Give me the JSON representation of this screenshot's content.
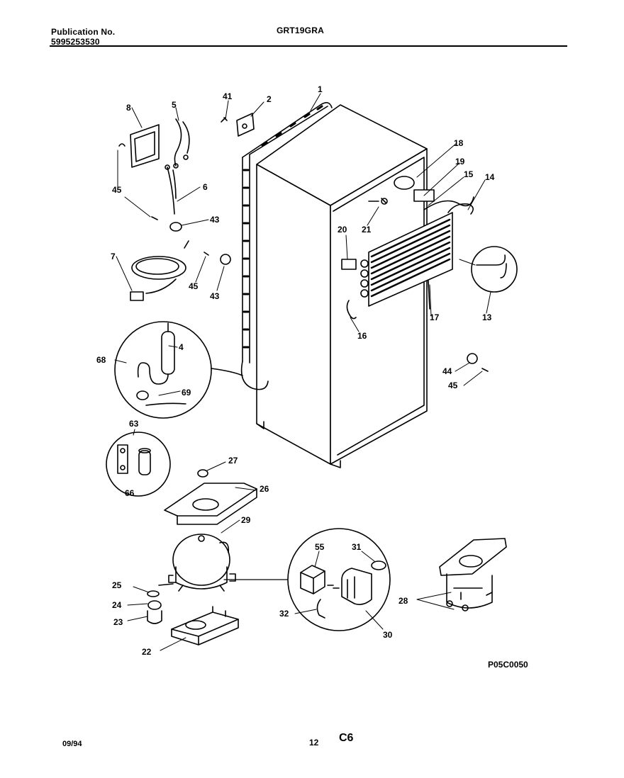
{
  "header": {
    "publication_label": "Publication No.",
    "publication_number": "5995253530",
    "model": "GRT19GRA"
  },
  "diagram": {
    "part_labels": {
      "p1": "1",
      "p2": "2",
      "p41": "41",
      "p8": "8",
      "p5": "5",
      "p6": "6",
      "p45a": "45",
      "p43a": "43",
      "p7": "7",
      "p45b": "45",
      "p43b": "43",
      "p18": "18",
      "p19": "19",
      "p15": "15",
      "p14": "14",
      "p20": "20",
      "p21": "21",
      "p13": "13",
      "p17": "17",
      "p16": "16",
      "p68": "68",
      "p4": "4",
      "p69": "69",
      "p44": "44",
      "p45c": "45",
      "p63": "63",
      "p66": "66",
      "p27": "27",
      "p26": "26",
      "p29": "29",
      "p25": "25",
      "p24": "24",
      "p23": "23",
      "p22": "22",
      "p55": "55",
      "p31": "31",
      "p32": "32",
      "p30": "30",
      "p28": "28"
    },
    "figure_code": "P05C0050"
  },
  "footer": {
    "date": "09/94",
    "page_number": "12",
    "section_code": "C6"
  }
}
